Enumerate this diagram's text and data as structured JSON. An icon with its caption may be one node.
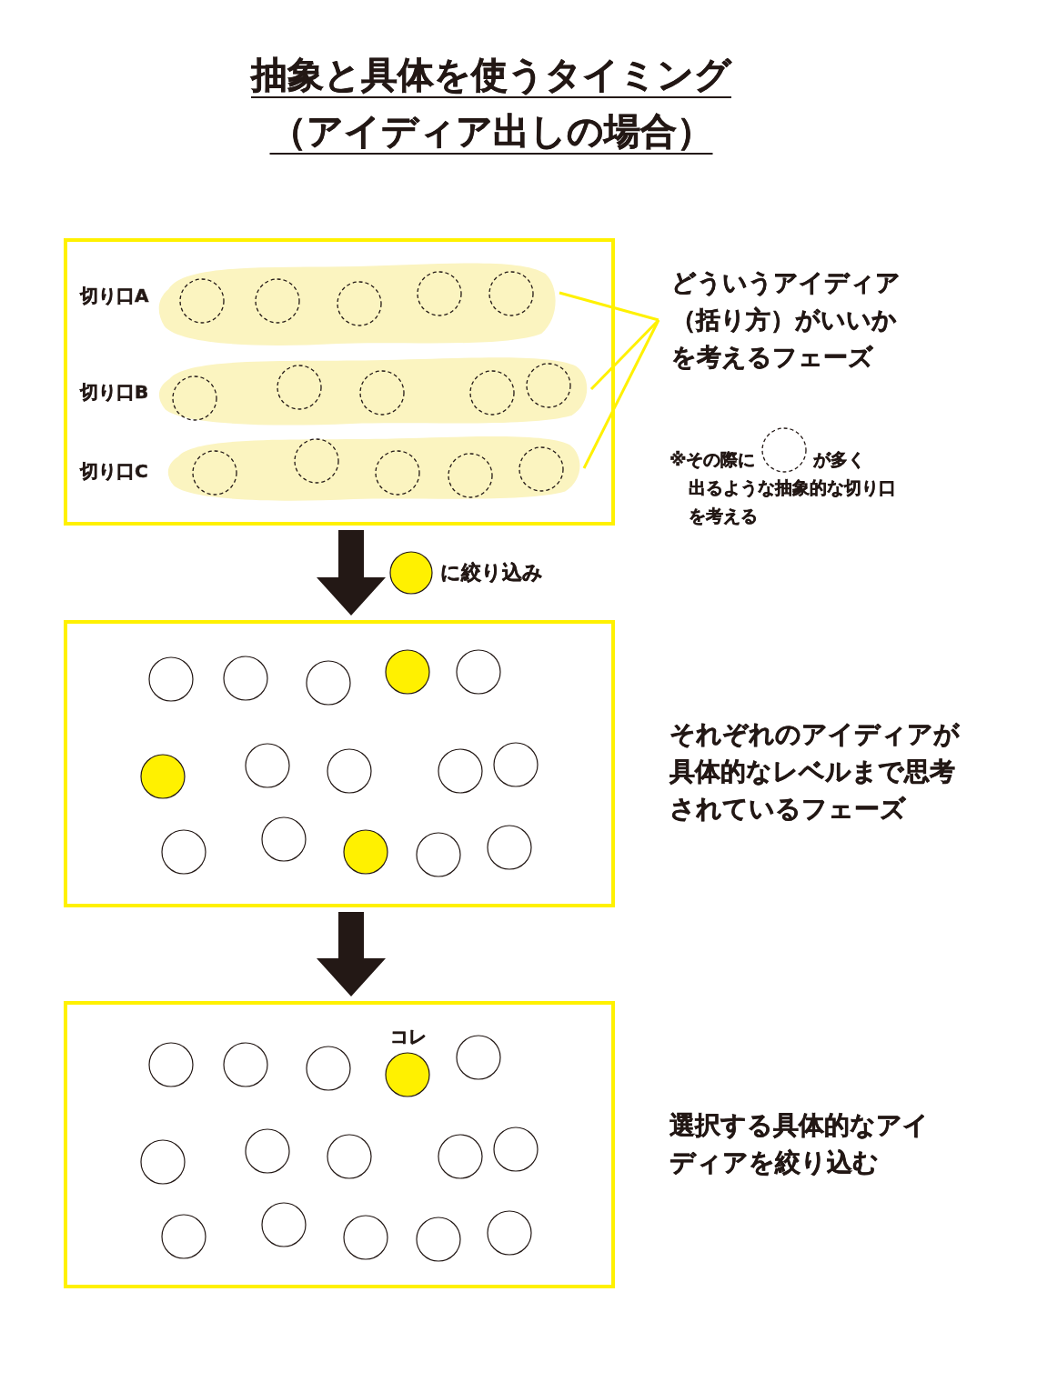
{
  "diagram": {
    "title": "抽象と具体を使うタイミング（アイディア出しの場合）",
    "nodes": [
      {
        "text": [],
        "shape": "box"
      },
      {
        "text": [
          "切り口A"
        ],
        "in": 0
      },
      {
        "text": [
          "切り口B"
        ],
        "in": 0
      },
      {
        "text": [
          "切り口C"
        ],
        "in": 0
      },
      {
        "text": [
          "どういうアイディア（括り方）がいいかを考えるフェーズ"
        ]
      },
      {
        "text": [],
        "shape": "box",
        "beside": [
          "それぞれのアイディアが具体的なレベルまで思考されているフェーズ"
        ]
      },
      {
        "text": [],
        "shape": "box",
        "beside": [
          "選択する具体的なアイディアを絞り込む"
        ]
      }
    ],
    "edges": [
      {
        "from": 1,
        "to": 4,
        "arrow": "none"
      },
      {
        "from": 2,
        "to": 4,
        "arrow": "none"
      },
      {
        "from": 3,
        "to": 4,
        "arrow": "none"
      },
      {
        "from": 0,
        "to": 5,
        "arrow": "to",
        "label": "に絞り込み",
        "style": "thick",
        "color": "#231815"
      },
      {
        "from": 5,
        "to": 6,
        "arrow": "to",
        "style": "thick",
        "color": "#231815"
      }
    ],
    "labels": [
      "※その際に",
      "が多く",
      "出るような抽象的な切り口を考える",
      "コレ"
    ]
  }
}
